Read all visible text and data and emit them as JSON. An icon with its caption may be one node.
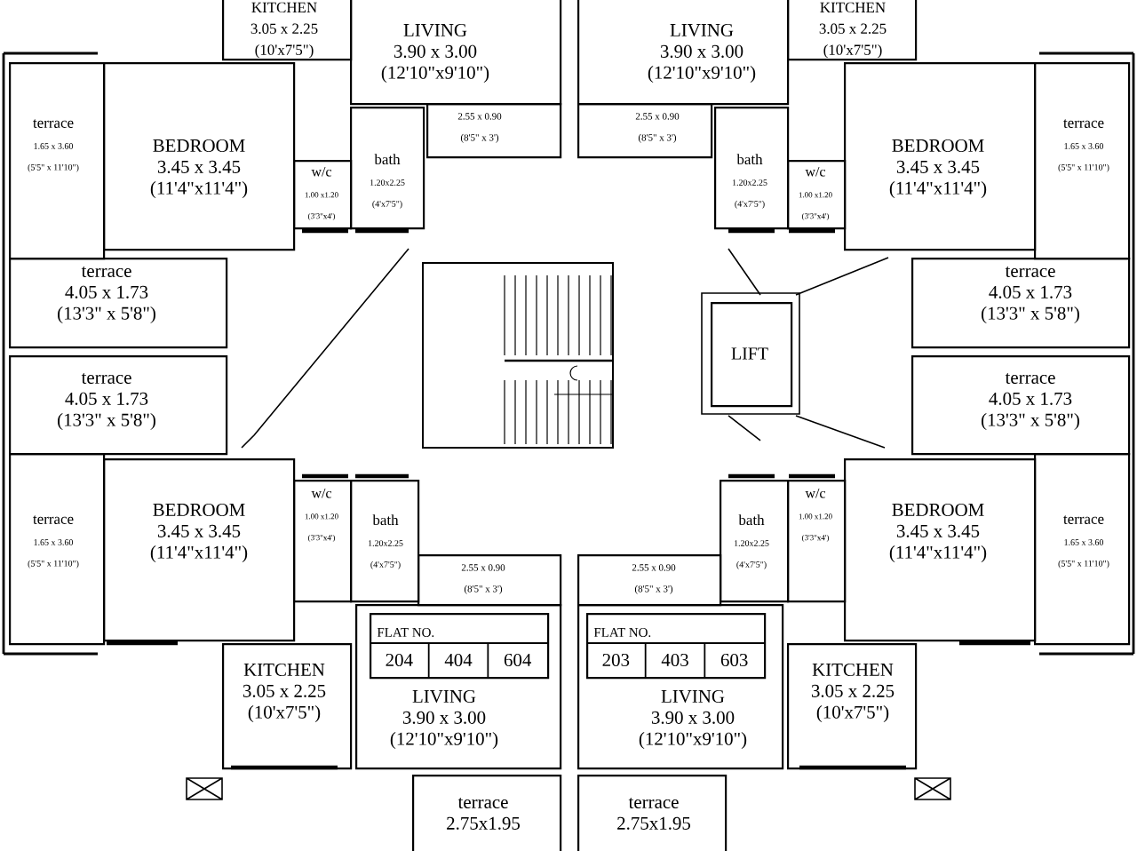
{
  "diagram": {
    "nodes": [
      {
        "text": [
          "KITCHEN",
          "3.05 x 2.25",
          "(10'x7'5\")"
        ]
      },
      {
        "text": [
          "LIVING",
          "3.90 x 3.00",
          "(12'10\"x9'10\")"
        ]
      },
      {
        "text": [
          "LIVING",
          "3.90 x 3.00",
          "(12'10\"x9'10\")"
        ]
      },
      {
        "text": [
          "KITCHEN",
          "3.05 x 2.25",
          "(10'x7'5\")"
        ]
      },
      {
        "text": [
          "terrace",
          "1.65 x 3.60",
          "(5'5\" x 11'10\")"
        ]
      },
      {
        "text": [
          "BEDROOM",
          "3.45 x 3.45",
          "(11'4\"x11'4\")"
        ]
      },
      {
        "text": [
          "2.55 x 0.90",
          "(8'5\" x 3')"
        ]
      },
      {
        "text": [
          "w/c",
          "1.00 x1.20",
          "(3'3\"x4')"
        ]
      },
      {
        "text": [
          "bath",
          "1.20x2.25",
          "(4'x7'5\")"
        ]
      },
      {
        "text": [
          "2.55 x 0.90",
          "(8'5\" x 3')"
        ]
      },
      {
        "text": [
          "bath",
          "1.20x2.25",
          "(4'x7'5\")"
        ]
      },
      {
        "text": [
          "w/c",
          "1.00 x1.20",
          "(3'3\"x4')"
        ]
      },
      {
        "text": [
          "BEDROOM",
          "3.45 x 3.45",
          "(11'4\"x11'4\")"
        ]
      },
      {
        "text": [
          "terrace",
          "1.65 x 3.60",
          "(5'5\" x 11'10\")"
        ]
      },
      {
        "text": [
          "terrace",
          "4.05 x 1.73",
          "(13'3\" x 5'8\")"
        ]
      },
      {
        "text": [
          "terrace",
          "4.05 x 1.73",
          "(13'3\" x 5'8\")"
        ]
      },
      {
        "text": [
          "LIFT"
        ]
      },
      {
        "text": [
          "terrace",
          "4.05 x 1.73",
          "(13'3\" x 5'8\")"
        ]
      },
      {
        "text": [
          "terrace",
          "4.05 x 1.73",
          "(13'3\" x 5'8\")"
        ]
      },
      {
        "text": [
          "terrace",
          "1.65 x 3.60",
          "(5'5\" x 11'10\")"
        ]
      },
      {
        "text": [
          "BEDROOM",
          "3.45 x 3.45",
          "(11'4\"x11'4\")"
        ]
      },
      {
        "text": [
          "w/c",
          "1.00 x1.20",
          "(3'3\"x4')"
        ]
      },
      {
        "text": [
          "bath",
          "1.20x2.25",
          "(4'x7'5\")"
        ]
      },
      {
        "text": [
          "bath",
          "1.20x2.25",
          "(4'x7'5\")"
        ]
      },
      {
        "text": [
          "w/c",
          "1.00 x1.20",
          "(3'3\"x4')"
        ]
      },
      {
        "text": [
          "BEDROOM",
          "3.45 x 3.45",
          "(11'4\"x11'4\")"
        ]
      },
      {
        "text": [
          "terrace",
          "1.65 x 3.60",
          "(5'5\" x 11'10\")"
        ]
      },
      {
        "text": [
          "2.55 x 0.90",
          "(8'5\" x 3')"
        ]
      },
      {
        "text": [
          "2.55 x 0.90",
          "(8'5\" x 3')"
        ]
      },
      {
        "text": [
          "LIVING",
          "3.90 x 3.00",
          "(12'10\"x9'10\")"
        ]
      },
      {
        "text": [
          "FLAT NO.",
          "204",
          "404",
          "604"
        ],
        "in": 29
      },
      {
        "text": [
          "LIVING",
          "3.90 x 3.00",
          "(12'10\"x9'10\")"
        ]
      },
      {
        "text": [
          "FLAT NO.",
          "203",
          "403",
          "603"
        ],
        "in": 31
      },
      {
        "text": [
          "KITCHEN",
          "3.05 x 2.25",
          "(10'x7'5\")"
        ]
      },
      {
        "text": [
          "KITCHEN",
          "3.05 x 2.25",
          "(10'x7'5\")"
        ]
      },
      {
        "text": [
          "terrace",
          "2.75x1.95"
        ]
      },
      {
        "text": [
          "terrace",
          "2.75x1.95"
        ]
      }
    ]
  }
}
